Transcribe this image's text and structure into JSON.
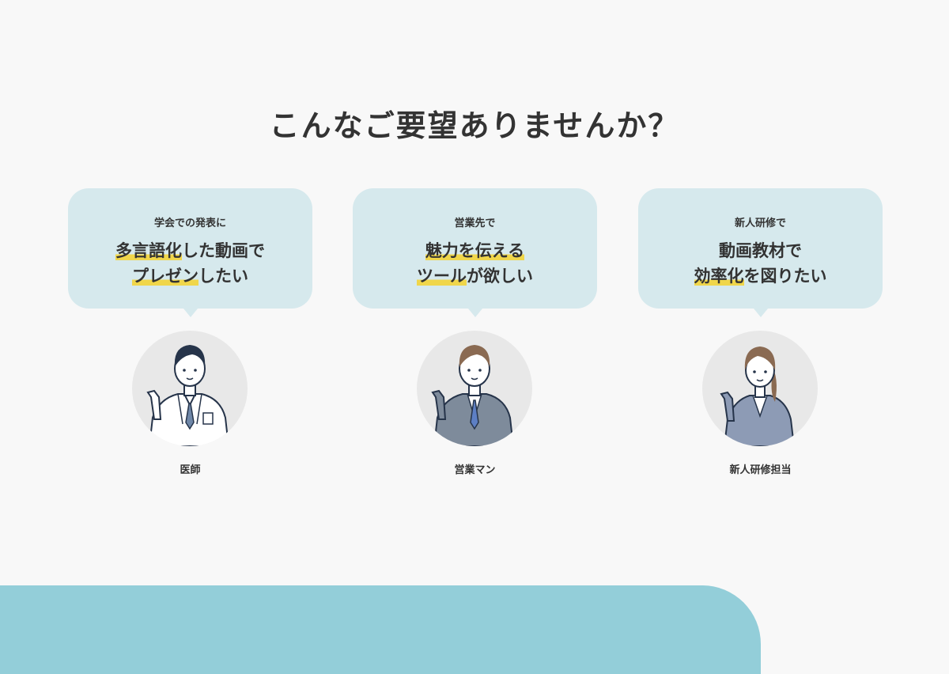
{
  "section": {
    "title": "こんなご要望ありませんか？"
  },
  "cards": [
    {
      "lead": "学会での発表に",
      "line1": {
        "highlight": "多言語化",
        "rest": "した動画で"
      },
      "line2": {
        "highlight": "プレゼン",
        "rest": "したい"
      },
      "role": "医師",
      "icon": "doctor-illustration"
    },
    {
      "lead": "営業先で",
      "line1": {
        "highlight": "魅力を伝える",
        "rest": ""
      },
      "line2": {
        "highlight": "ツール",
        "rest": "が欲しい"
      },
      "role": "営業マン",
      "icon": "salesman-illustration"
    },
    {
      "lead": "新人研修で",
      "line1": {
        "highlight": "",
        "rest": "動画教材で"
      },
      "line2": {
        "highlight": "効率化",
        "rest": "を図りたい"
      },
      "role": "新人研修担当",
      "icon": "trainer-illustration"
    }
  ],
  "colors": {
    "background": "#f8f8f8",
    "bubble": "#d6e9ed",
    "highlight": "#f0d64a",
    "avatar_bg": "#e8e8e8",
    "band": "#93ced9",
    "text": "#333333"
  }
}
